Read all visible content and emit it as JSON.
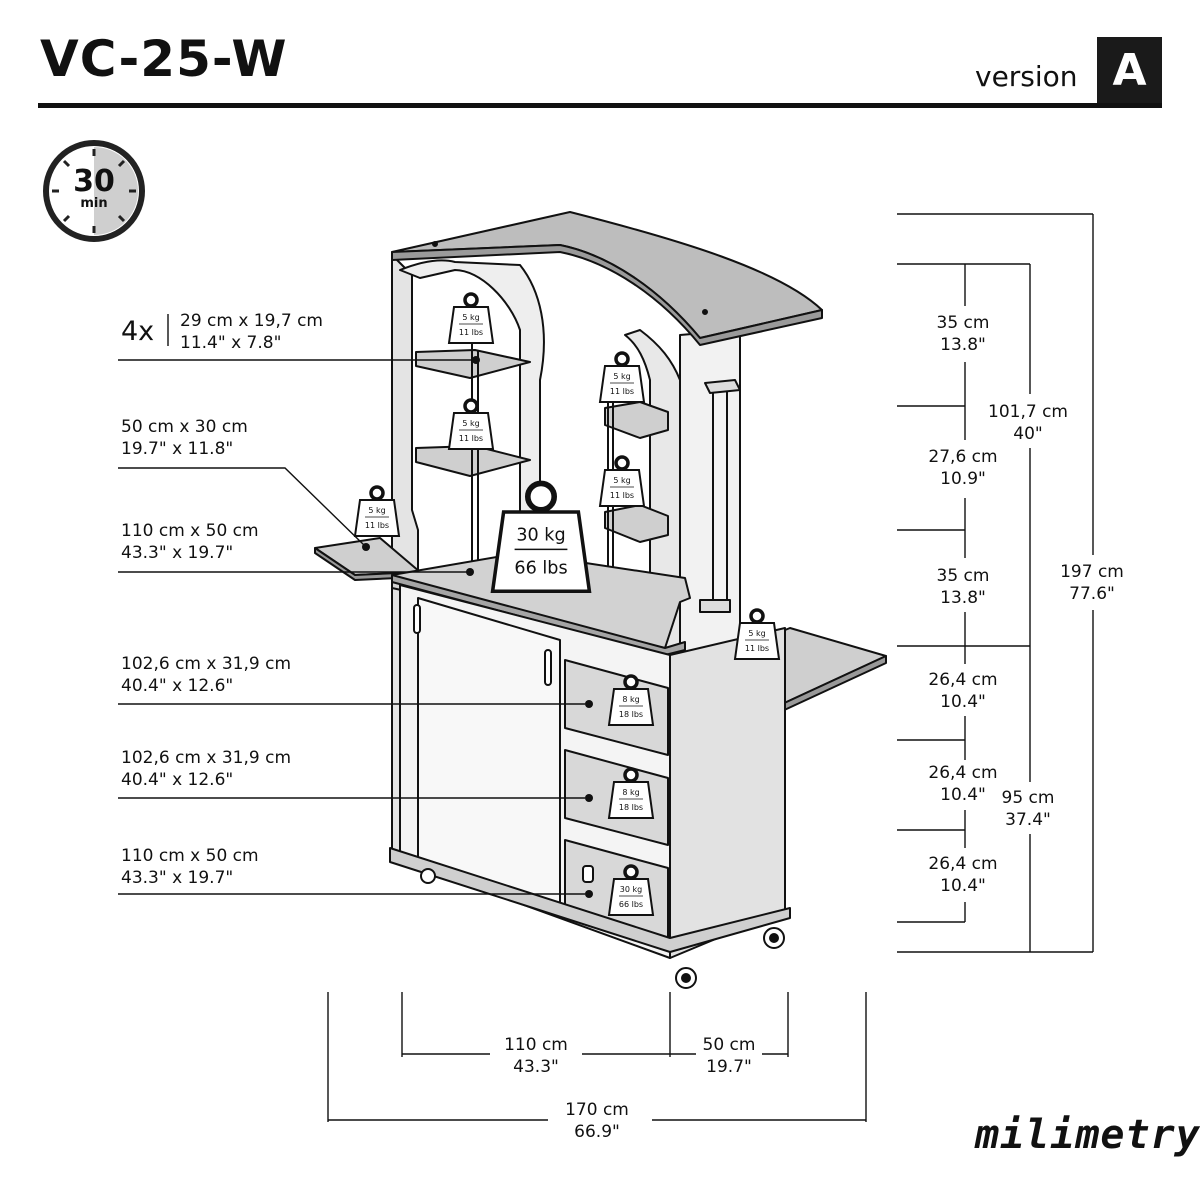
{
  "header": {
    "title": "VC-25-W",
    "version_label": "version",
    "version": "A"
  },
  "assembly_time": {
    "value": "30",
    "unit": "min"
  },
  "shelf_count": "4x",
  "shelf_specs": [
    {
      "metric": "29 cm x 19,7 cm",
      "imperial": "11.4\" x 7.8\""
    },
    {
      "metric": "50 cm x 30 cm",
      "imperial": "19.7\" x 11.8\""
    },
    {
      "metric": "110 cm x 50 cm",
      "imperial": "43.3\" x 19.7\""
    },
    {
      "metric": "102,6 cm x 31,9 cm",
      "imperial": "40.4\" x 12.6\""
    },
    {
      "metric": "102,6 cm x 31,9 cm",
      "imperial": "40.4\" x 12.6\""
    },
    {
      "metric": "110 cm x 50 cm",
      "imperial": "43.3\" x 19.7\""
    }
  ],
  "weights": [
    {
      "kg": "5 kg",
      "lbs": "11 lbs"
    },
    {
      "kg": "5 kg",
      "lbs": "11 lbs"
    },
    {
      "kg": "5 kg",
      "lbs": "11 lbs"
    },
    {
      "kg": "5 kg",
      "lbs": "11 lbs"
    },
    {
      "kg": "5 kg",
      "lbs": "11 lbs"
    },
    {
      "kg": "30 kg",
      "lbs": "66 lbs"
    },
    {
      "kg": "5 kg",
      "lbs": "11 lbs"
    },
    {
      "kg": "8 kg",
      "lbs": "18 lbs"
    },
    {
      "kg": "8 kg",
      "lbs": "18 lbs"
    },
    {
      "kg": "30 kg",
      "lbs": "66 lbs"
    }
  ],
  "heights": [
    {
      "metric": "35 cm",
      "imperial": "13.8\""
    },
    {
      "metric": "27,6 cm",
      "imperial": "10.9\""
    },
    {
      "metric": "35 cm",
      "imperial": "13.8\""
    },
    {
      "metric": "26,4 cm",
      "imperial": "10.4\""
    },
    {
      "metric": "26,4 cm",
      "imperial": "10.4\""
    },
    {
      "metric": "26,4 cm",
      "imperial": "10.4\""
    }
  ],
  "sections": [
    {
      "metric": "101,7 cm",
      "imperial": "40\""
    },
    {
      "metric": "95 cm",
      "imperial": "37.4\""
    }
  ],
  "total_height": {
    "metric": "197 cm",
    "imperial": "77.6\""
  },
  "widths": [
    {
      "metric": "110 cm",
      "imperial": "43.3\""
    },
    {
      "metric": "50 cm",
      "imperial": "19.7\""
    }
  ],
  "total_width": {
    "metric": "170 cm",
    "imperial": "66.9\""
  },
  "brand": "milimetry",
  "colors": {
    "ink": "#111111",
    "panel": "#e4e4e4",
    "roof": "#bdbdbd",
    "cabinet": "#f0f0f0"
  }
}
